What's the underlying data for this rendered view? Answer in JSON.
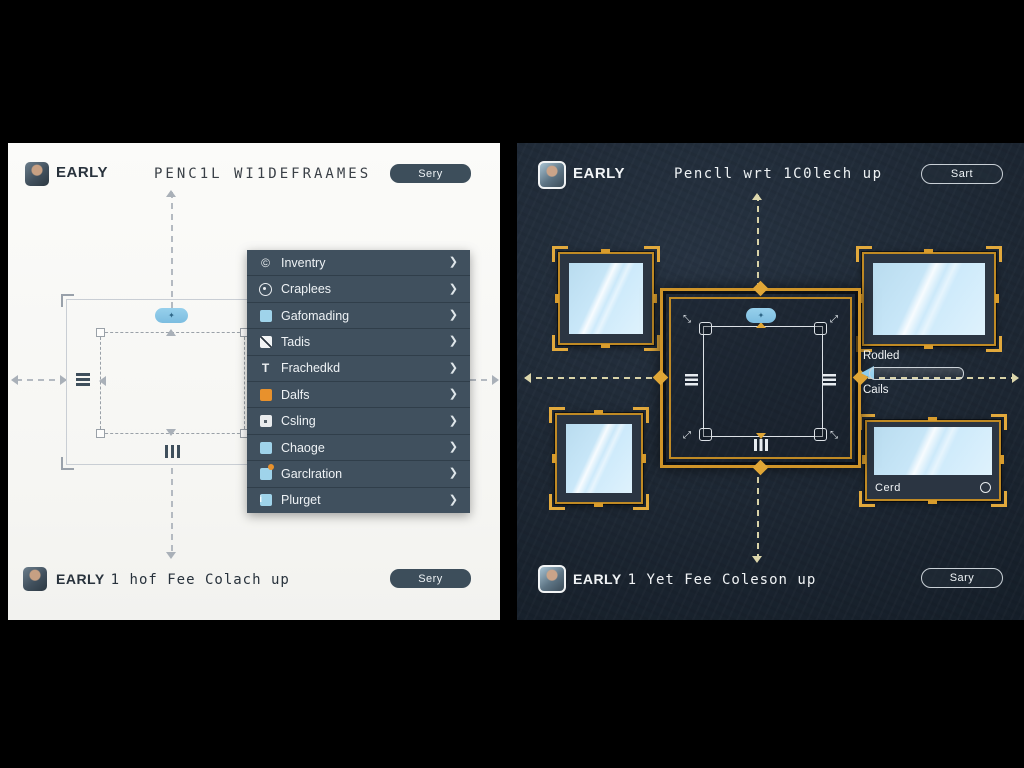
{
  "left_panel": {
    "brand": "EARLY",
    "title": "PENC1L WI1DEFRAAMES",
    "top_button": "Sery",
    "menu_items": [
      {
        "label": "Inventry",
        "icon": "copyright-circle-icon"
      },
      {
        "label": "Craplees",
        "icon": "dial-circle-icon"
      },
      {
        "label": "Gafomading",
        "icon": "blue-square-icon"
      },
      {
        "label": "Tadis",
        "icon": "checkbox-diagonal-icon"
      },
      {
        "label": "Frachedkd",
        "icon": "letter-t-icon"
      },
      {
        "label": "Dalfs",
        "icon": "orange-square-icon"
      },
      {
        "label": "Csling",
        "icon": "gray-square-icon"
      },
      {
        "label": "Chaoge",
        "icon": "blue-square-icon"
      },
      {
        "label": "Garclration",
        "icon": "blue-square-badge-icon"
      },
      {
        "label": "Plurget",
        "icon": "info-square-icon"
      }
    ],
    "footer_brand": "EARLY",
    "footer_text": "1 hof Fee Colach up",
    "footer_button": "Sery"
  },
  "right_panel": {
    "brand": "EARLY",
    "title": "Pencll wrt 1C0lech up",
    "top_button": "Sart",
    "slider": {
      "label_top": "Rodled",
      "label_bottom": "Cails"
    },
    "card_label": "Cerd",
    "footer_brand": "EARLY",
    "footer_text": "1 Yet Fee Coleson up",
    "footer_button": "Sary"
  },
  "colors": {
    "accent_gold": "#cf9428",
    "accent_blue": "#8ecdec",
    "menu_bg": "#40505e",
    "left_bg": "#f8f8f5",
    "right_bg": "#1d2733"
  }
}
